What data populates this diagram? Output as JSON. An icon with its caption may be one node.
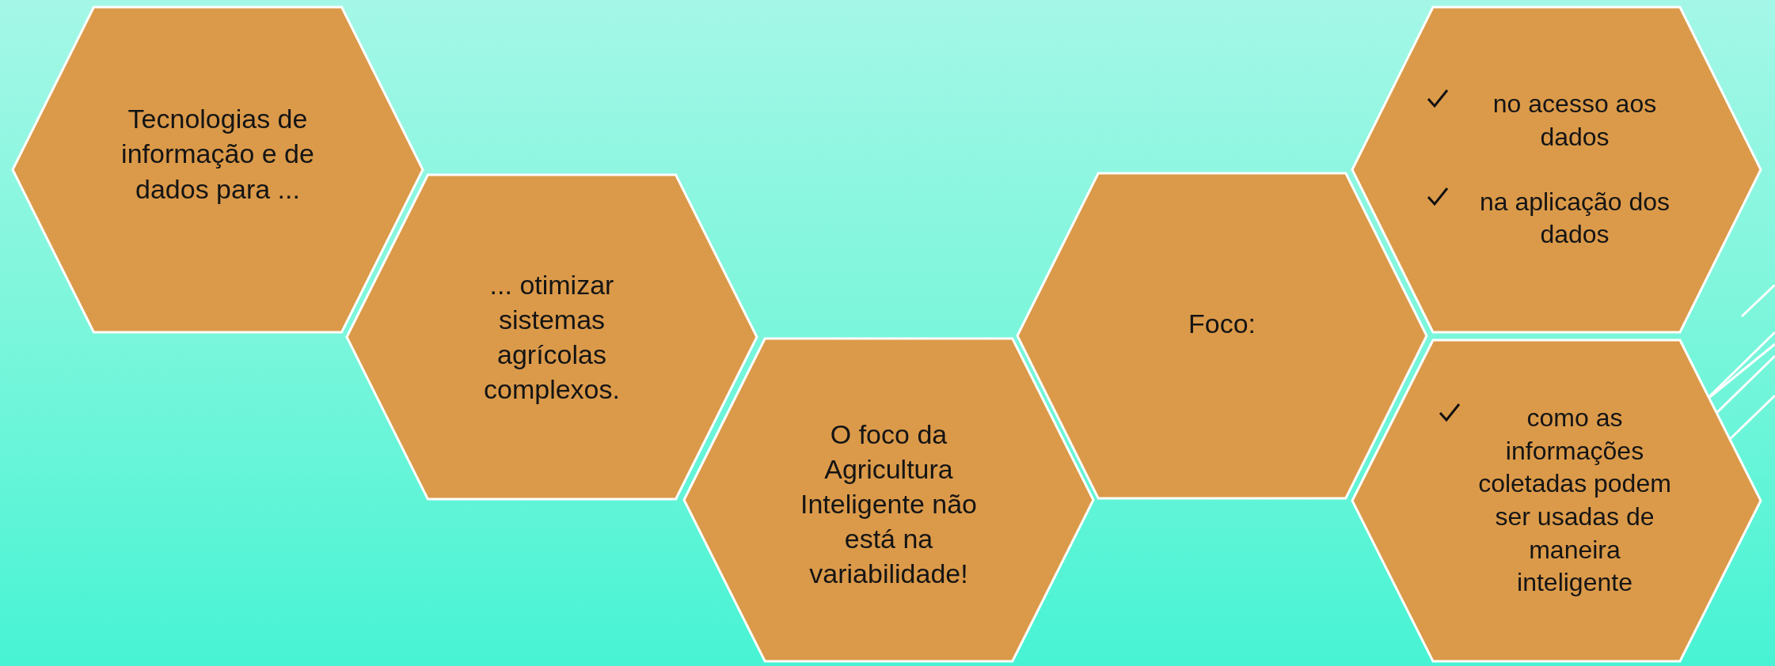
{
  "diagram": {
    "nodes": [
      {
        "text": [
          "Tecnologias de informação e de dados para ..."
        ]
      },
      {
        "text": [
          "... otimizar sistemas agrícolas complexos."
        ]
      },
      {
        "text": [
          "O foco da Agricultura Inteligente não está na variabilidade!"
        ]
      },
      {
        "text": [
          "Foco:"
        ]
      },
      {
        "text": [
          "no acesso aos dados",
          "na aplicação dos dados"
        ]
      },
      {
        "text": [
          "como as informações coletadas podem ser usadas de maneira inteligente"
        ]
      }
    ]
  }
}
